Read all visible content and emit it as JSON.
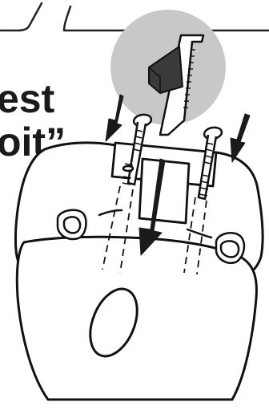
{
  "heading": {
    "line1": "est",
    "line2": "oit”"
  },
  "colors": {
    "ink": "#111111",
    "inset_circle": "#c8c8c8",
    "arrow": "#1a1a1a",
    "background": "#ffffff"
  },
  "icons": [
    "down-arrow-icon",
    "magnified-clip-detail",
    "mounting-screw",
    "headrest-mount-bracket"
  ]
}
